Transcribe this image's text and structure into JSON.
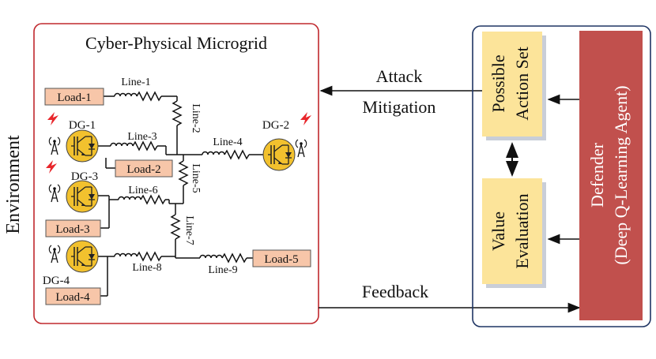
{
  "environment": {
    "side_label": "Environment",
    "title": "Cyber-Physical Microgrid",
    "loads": [
      "Load-1",
      "Load-2",
      "Load-3",
      "Load-4",
      "Load-5"
    ],
    "generators": [
      "DG-1",
      "DG-2",
      "DG-3",
      "DG-4"
    ],
    "lines": [
      "Line-1",
      "Line-2",
      "Line-3",
      "Line-4",
      "Line-5",
      "Line-6",
      "Line-7",
      "Line-8",
      "Line-9"
    ]
  },
  "arrows": {
    "attack_line1": "Attack",
    "attack_line2": "Mitigation",
    "feedback": "Feedback"
  },
  "agent": {
    "action_line1": "Possible",
    "action_line2": "Action Set",
    "value_line1": "Value",
    "value_line2": "Evaluation",
    "defender_line1": "Defender",
    "defender_line2": "(Deep Q-Learning Agent)"
  },
  "colors": {
    "env_border": "#c0282d",
    "agent_border": "#1f3564",
    "load_fill": "#f7c6a9",
    "dg_fill": "#f2c12e",
    "yellow_box": "#fce49a",
    "defender_fill": "#c1504d",
    "lightning": "#e8262b"
  }
}
